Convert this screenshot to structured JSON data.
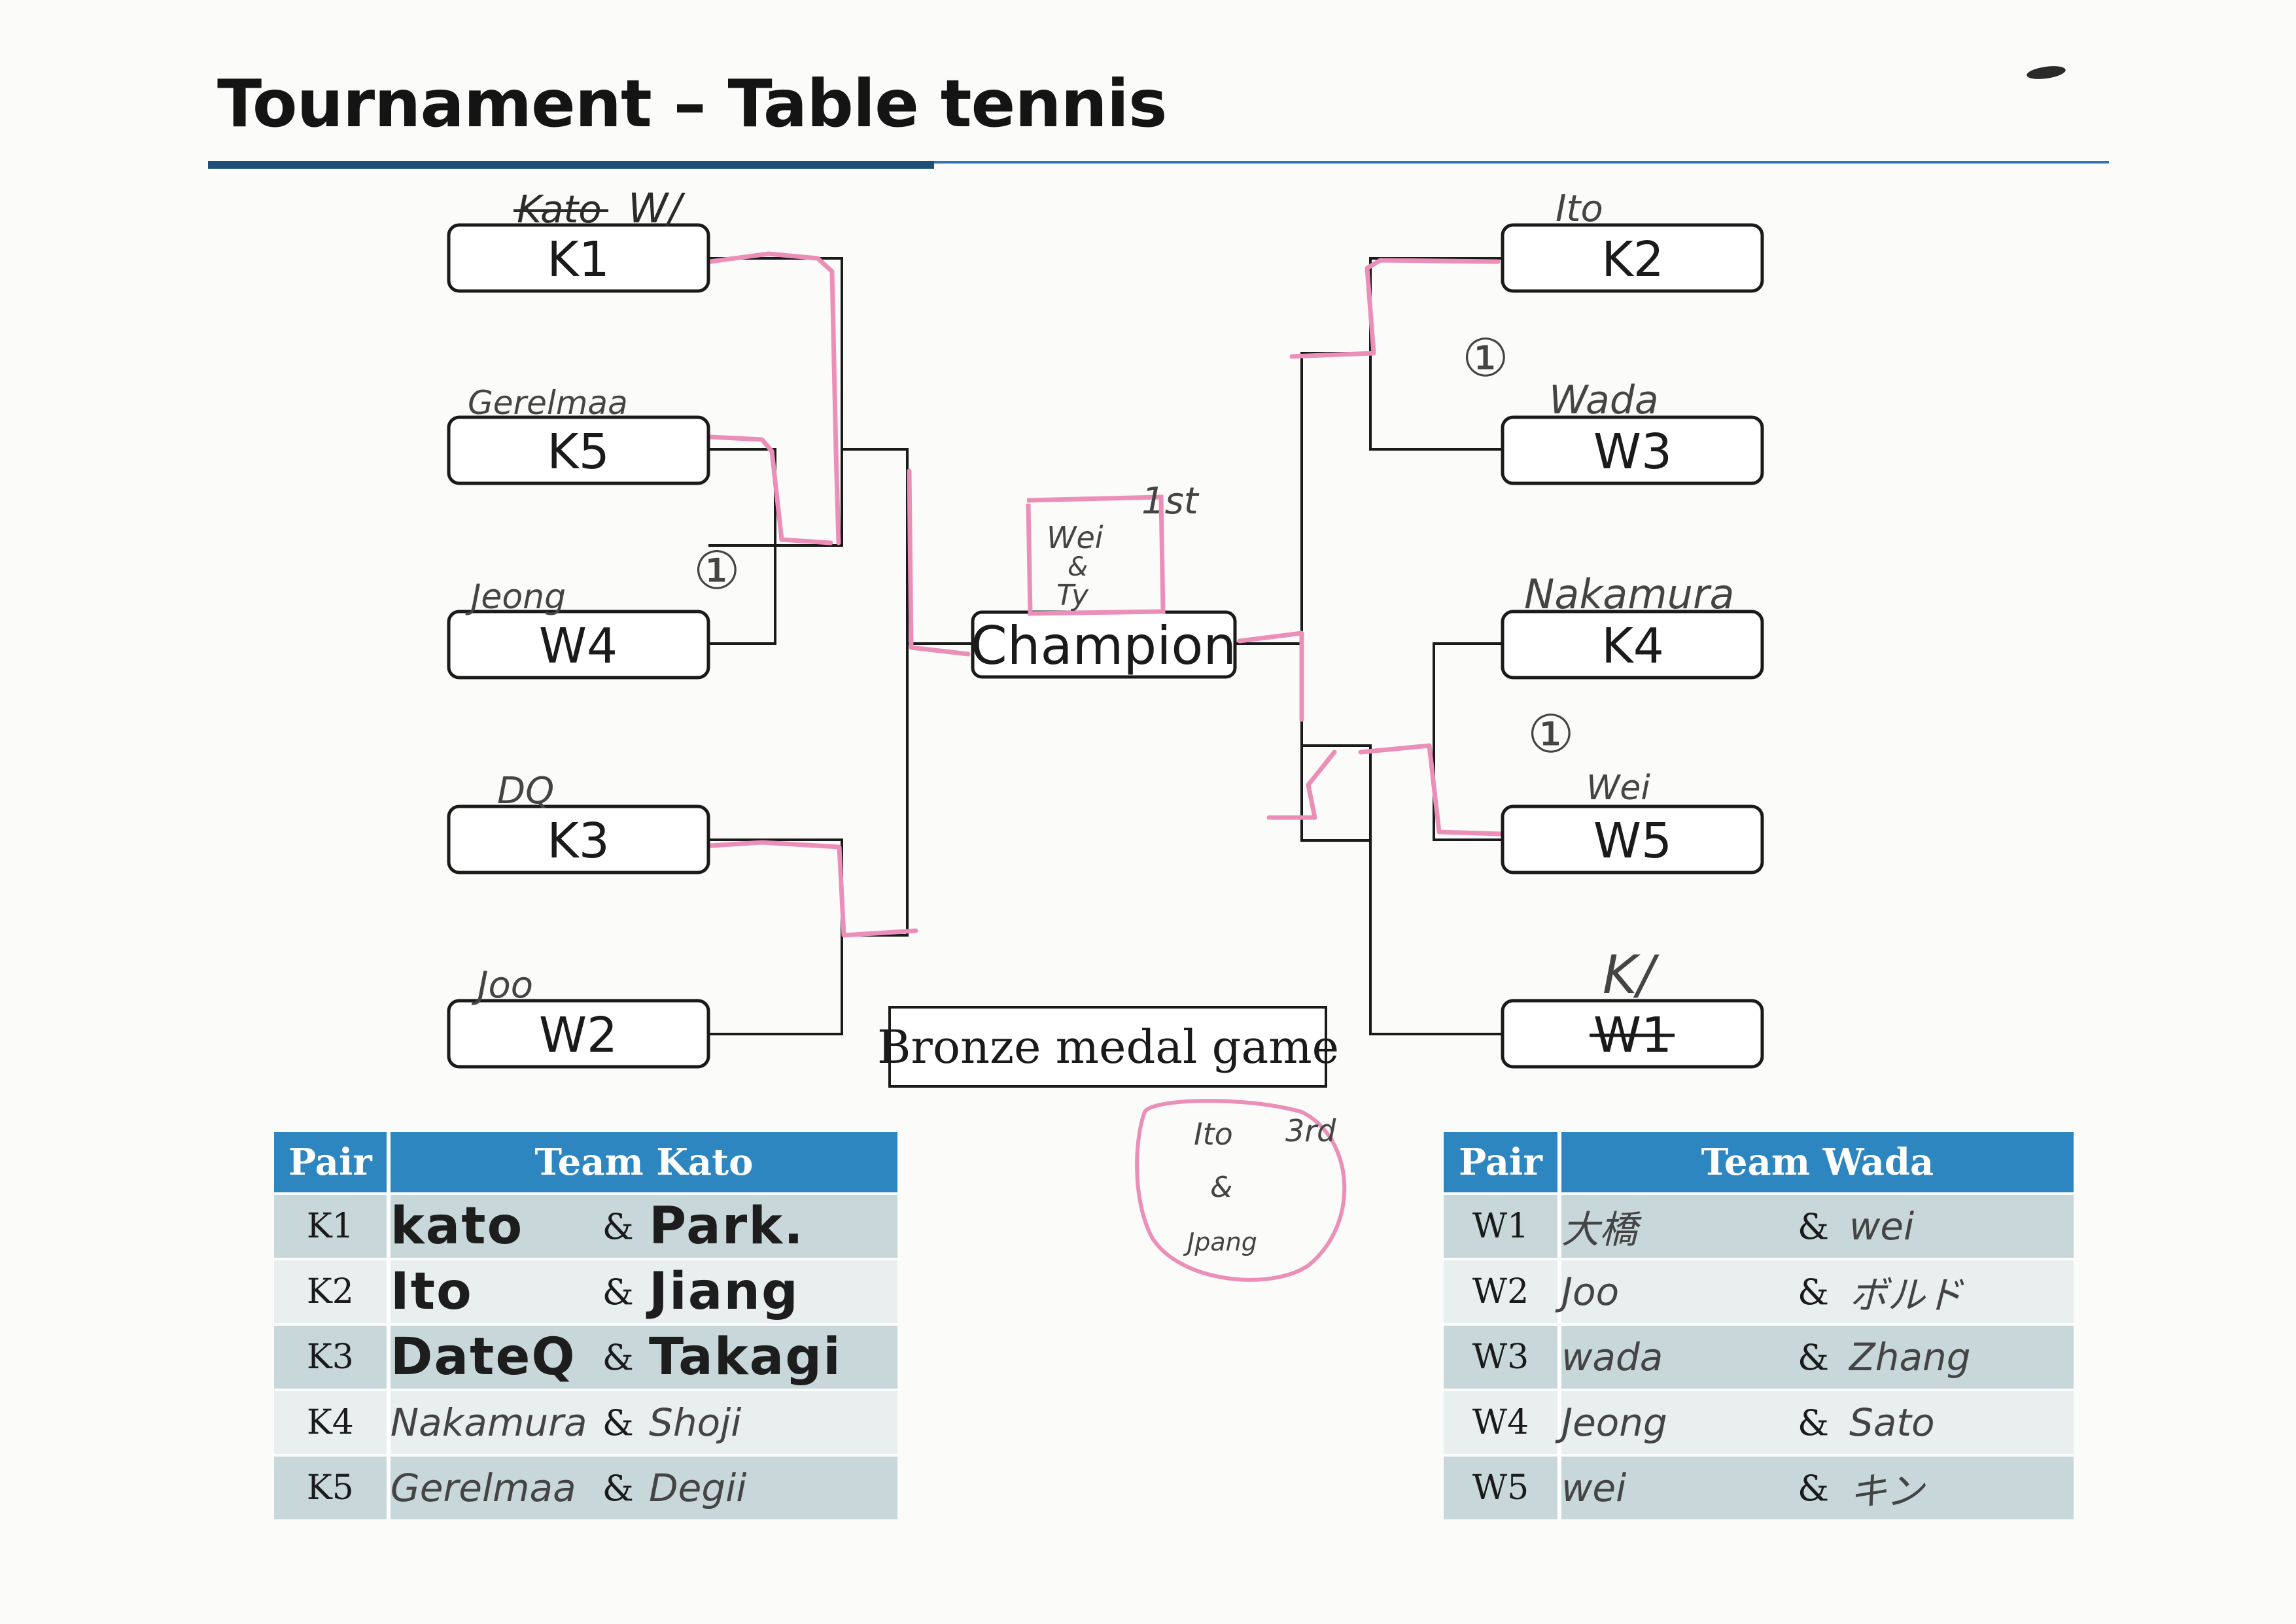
{
  "title": "Tournament – Table tennis",
  "bracket": {
    "left": [
      {
        "id": "K1",
        "note": "Kato W/",
        "note_struck": "Kato",
        "note_rest": "W/"
      },
      {
        "id": "K5",
        "note": "Gerelmaa"
      },
      {
        "id": "W4",
        "note": "Jeong"
      },
      {
        "id": "K3",
        "note": "DQ"
      },
      {
        "id": "W2",
        "note": "Joo"
      }
    ],
    "right": [
      {
        "id": "K2",
        "note": "Ito"
      },
      {
        "id": "W3",
        "note": "Wada"
      },
      {
        "id": "K4",
        "note": "Nakamura"
      },
      {
        "id": "W5",
        "note": "Wei"
      },
      {
        "id": "W1",
        "note": "K/",
        "struck": true
      }
    ],
    "champion": "Champion",
    "champion_note": "Wei & Ty",
    "champion_note_1": "Wei",
    "champion_note_2": "&",
    "champion_note_3": "Ty",
    "champion_place": "1st",
    "bronze": "Bronze medal game",
    "bronze_note_1": "Ito",
    "bronze_note_2": "&",
    "bronze_note_3": "Jpang",
    "bronze_place": "3rd",
    "circle_marks": [
      "①",
      "①",
      "①"
    ]
  },
  "team_kato": {
    "header_pair": "Pair",
    "header_team": "Team Kato",
    "rows": [
      {
        "pair": "K1",
        "a": "kato",
        "amp": "&",
        "b": "Park."
      },
      {
        "pair": "K2",
        "a": "Ito",
        "amp": "&",
        "b": "Jiang"
      },
      {
        "pair": "K3",
        "a": "DateQ",
        "amp": "&",
        "b": "Takagi"
      },
      {
        "pair": "K4",
        "a": "Nakamura",
        "amp": "&",
        "b": "Shoji"
      },
      {
        "pair": "K5",
        "a": "Gerelmaa",
        "amp": "&",
        "b": "Degii"
      }
    ]
  },
  "team_wada": {
    "header_pair": "Pair",
    "header_team": "Team Wada",
    "rows": [
      {
        "pair": "W1",
        "a": "大橋",
        "amp": "&",
        "b": "wei"
      },
      {
        "pair": "W2",
        "a": "Joo",
        "amp": "&",
        "b": "ボルド"
      },
      {
        "pair": "W3",
        "a": "wada",
        "amp": "&",
        "b": "Zhang"
      },
      {
        "pair": "W4",
        "a": "Jeong",
        "amp": "&",
        "b": "Sato"
      },
      {
        "pair": "W5",
        "a": "wei",
        "amp": "&",
        "b": "キン"
      }
    ]
  },
  "colors": {
    "pink_marker": "#ec8fb8",
    "header_blue": "#2e86c1",
    "rule_blue": "#1f4e79"
  }
}
